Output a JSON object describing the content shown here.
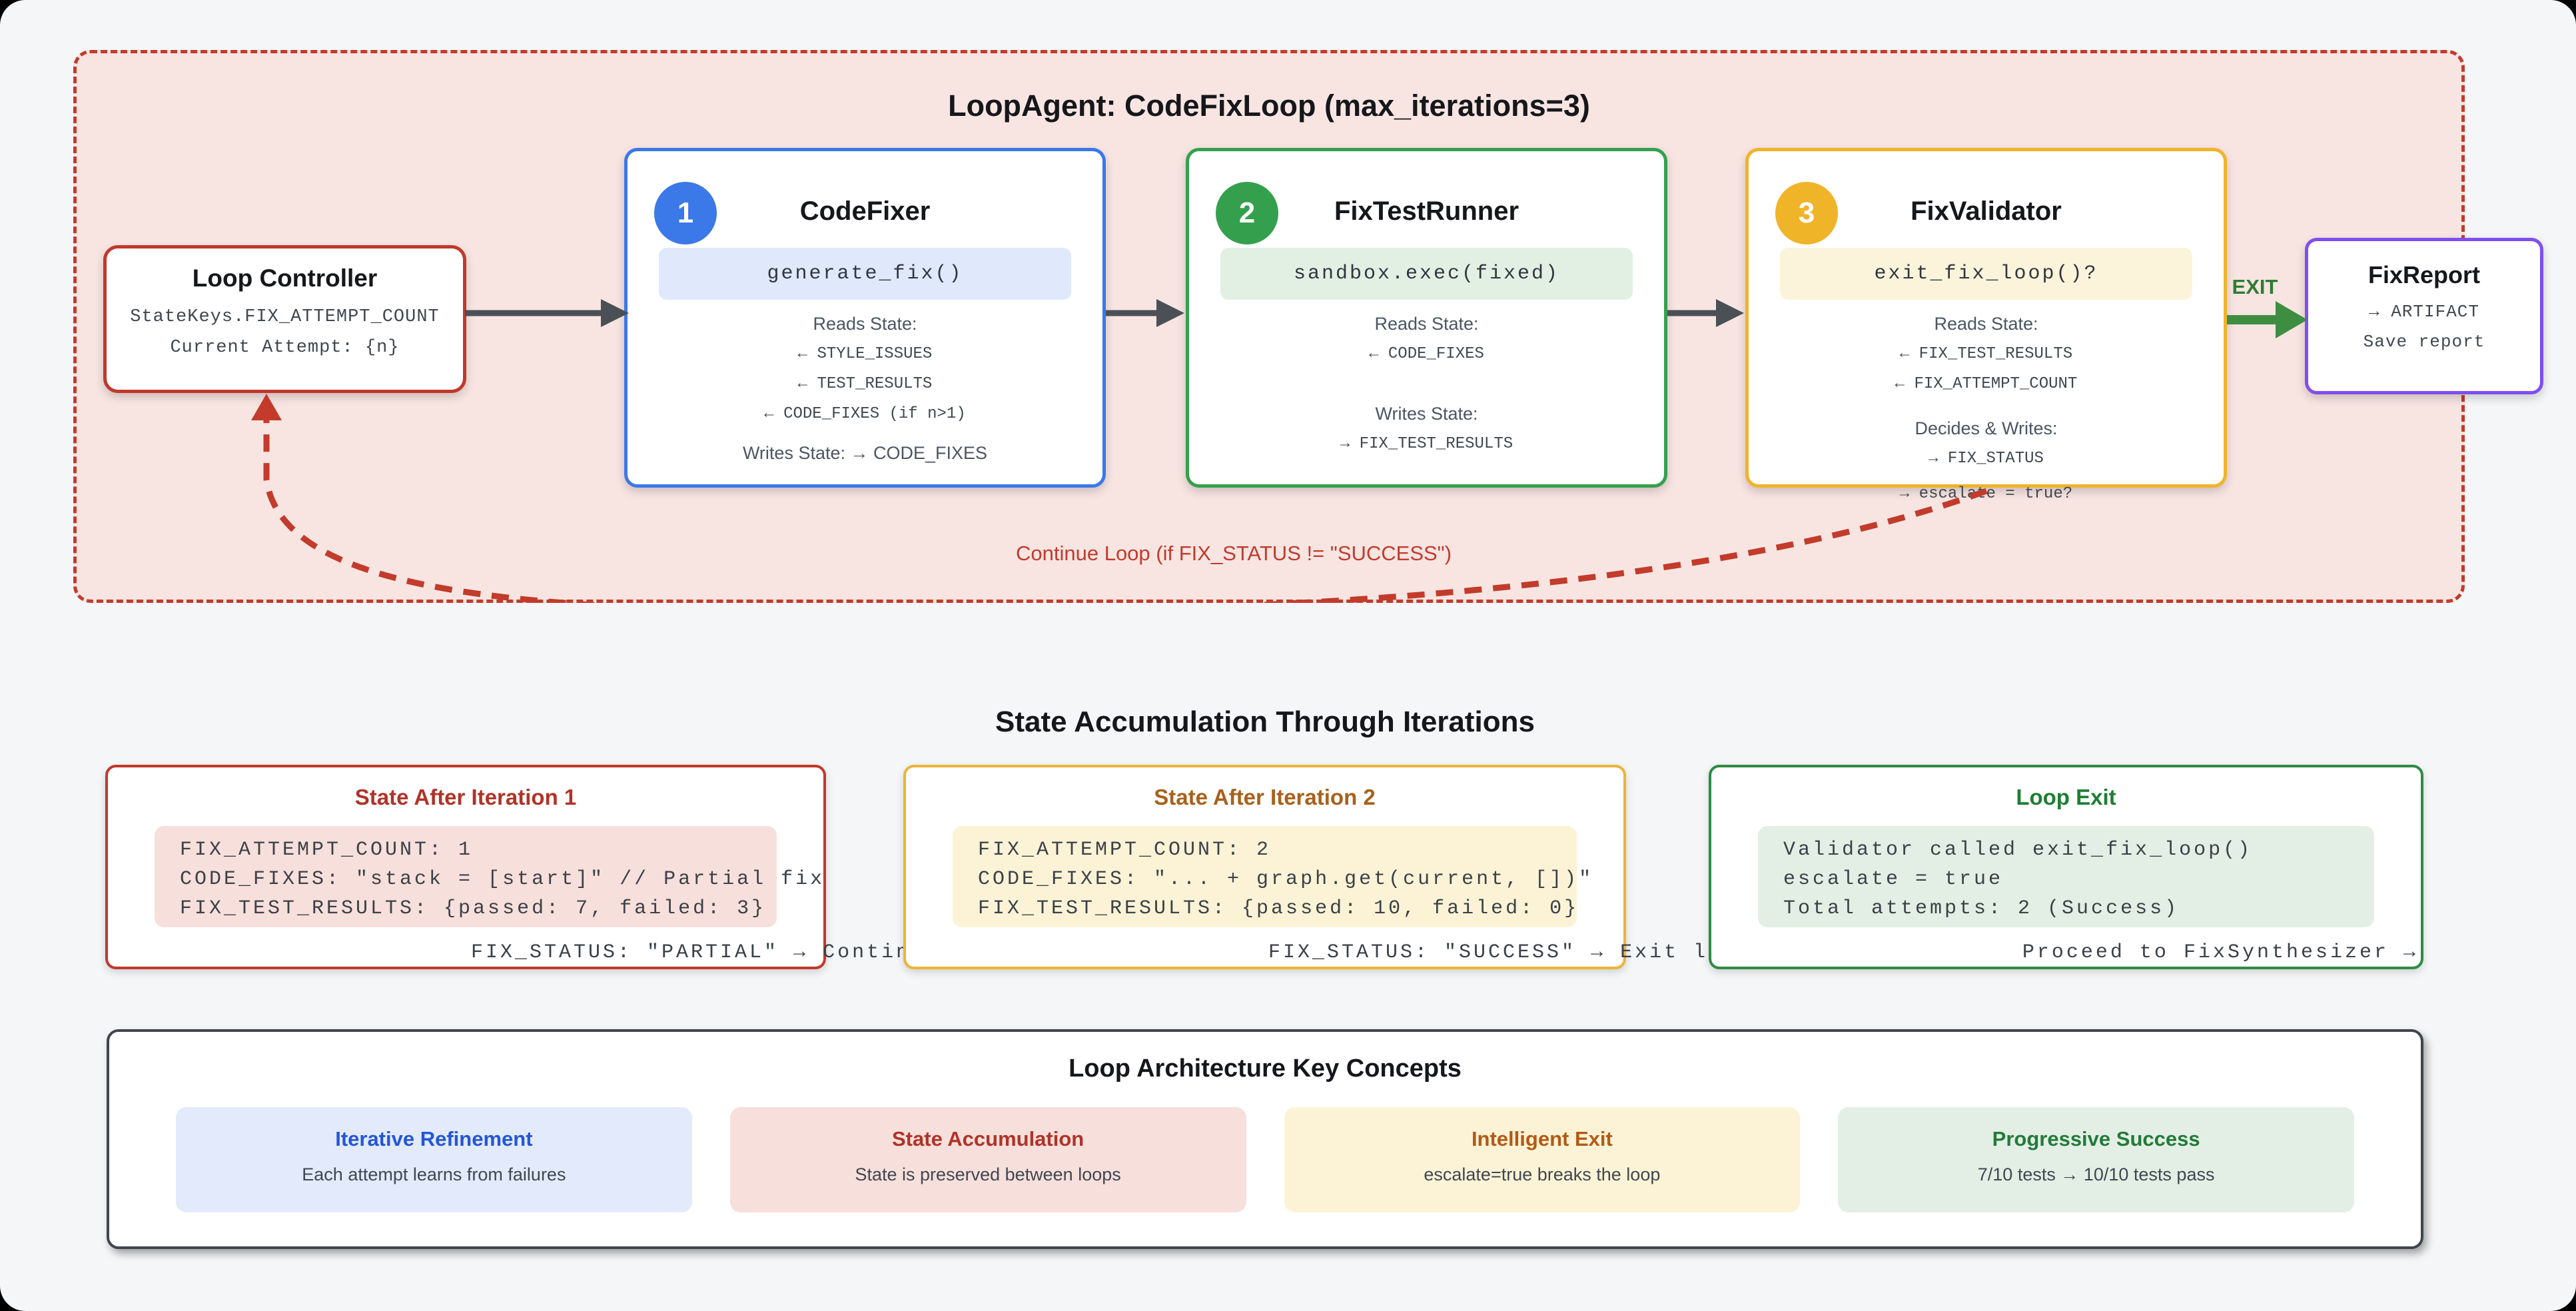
{
  "colors": {
    "page_bg": "#f4f6f8",
    "loop_bg": "#f8e5e2",
    "loop_border": "#c23b2b",
    "blue": "#3b78e8",
    "green": "#34a04d",
    "amber": "#f0b429",
    "purple": "#7e4ff0",
    "red": "#c0392b",
    "exit_green": "#2e7d32",
    "text_dark": "#15171b",
    "text_gray": "#3f4750"
  },
  "loop_section": {
    "title": "LoopAgent: CodeFixLoop (max_iterations=3)",
    "controller": {
      "title": "Loop Controller",
      "line1": "StateKeys.FIX_ATTEMPT_COUNT",
      "line2": "Current Attempt: {n}"
    },
    "agents": [
      {
        "badge": "1",
        "name": "CodeFixer",
        "code": "generate_fix()",
        "reads_label": "Reads State:",
        "reads": [
          "← STYLE_ISSUES",
          "← TEST_RESULTS",
          "← CODE_FIXES (if n>1)"
        ],
        "writes_line": "Writes State: → CODE_FIXES"
      },
      {
        "badge": "2",
        "name": "FixTestRunner",
        "code": "sandbox.exec(fixed)",
        "reads_label": "Reads State:",
        "reads": [
          "← CODE_FIXES"
        ],
        "writes_label": "Writes State:",
        "writes": [
          "→ FIX_TEST_RESULTS"
        ]
      },
      {
        "badge": "3",
        "name": "FixValidator",
        "code": "exit_fix_loop()?",
        "reads_label": "Reads State:",
        "reads": [
          "← FIX_TEST_RESULTS",
          "← FIX_ATTEMPT_COUNT"
        ],
        "writes_label": "Decides & Writes:",
        "writes": [
          "→ FIX_STATUS",
          "→ escalate = true?"
        ]
      }
    ],
    "exit_label": "EXIT",
    "report": {
      "title": "FixReport",
      "line1": "→ ARTIFACT",
      "line2": "Save report"
    },
    "continue_label": "Continue Loop (if FIX_STATUS != \"SUCCESS\")"
  },
  "state_section": {
    "title": "State Accumulation Through Iterations",
    "boxes": [
      {
        "title": "State After Iteration 1",
        "lines": [
          "FIX_ATTEMPT_COUNT: 1",
          "CODE_FIXES: \"stack = [start]\" // Partial fix",
          "FIX_TEST_RESULTS: {passed: 7, failed: 3}"
        ],
        "footer": "FIX_STATUS: \"PARTIAL\" → Continue loop"
      },
      {
        "title": "State After Iteration 2",
        "lines": [
          "FIX_ATTEMPT_COUNT: 2",
          "CODE_FIXES: \"... + graph.get(current, [])\"",
          "FIX_TEST_RESULTS: {passed: 10, failed: 0}"
        ],
        "footer": "FIX_STATUS: \"SUCCESS\" → Exit loop"
      },
      {
        "title": "Loop Exit",
        "lines": [
          "Validator called exit_fix_loop()",
          "escalate = true",
          "Total attempts: 2 (Success)"
        ],
        "footer": "Proceed to FixSynthesizer →"
      }
    ]
  },
  "concepts_section": {
    "title": "Loop Architecture Key Concepts",
    "cards": [
      {
        "title": "Iterative Refinement",
        "subtitle": "Each attempt learns from failures"
      },
      {
        "title": "State Accumulation",
        "subtitle": "State is preserved between loops"
      },
      {
        "title": "Intelligent Exit",
        "subtitle": "escalate=true breaks the loop"
      },
      {
        "title": "Progressive Success",
        "subtitle": "7/10 tests → 10/10 tests pass"
      }
    ]
  }
}
